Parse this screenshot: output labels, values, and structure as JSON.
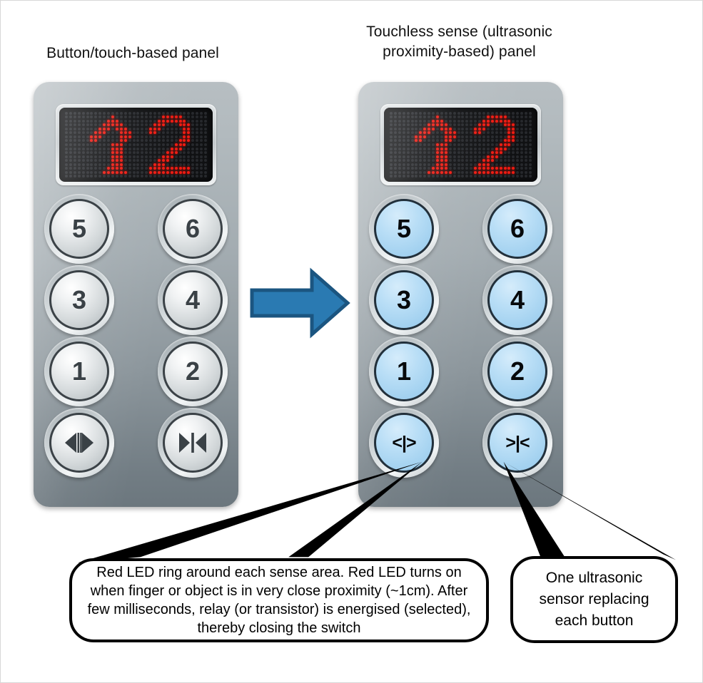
{
  "titles": {
    "left": "Button/touch-based panel",
    "right": "Touchless sense (ultrasonic\nproximity-based) panel"
  },
  "colors": {
    "arrow_fill": "#2a7ab2",
    "arrow_stroke": "#1b5580",
    "led_on": "#ee1b12",
    "led_off": "#26282c",
    "button_blue": "#a4d2f0",
    "button_grey": "#d3d8da",
    "panel_top": "#b7bec2",
    "panel_bottom": "#6c777e"
  },
  "display": {
    "direction_icon": "up-arrow",
    "floor": "2",
    "columns": 34,
    "rows": 17
  },
  "left_panel": {
    "name": "Button/touch-based panel",
    "buttons": [
      {
        "label": "5",
        "name": "floor-5"
      },
      {
        "label": "6",
        "name": "floor-6"
      },
      {
        "label": "3",
        "name": "floor-3"
      },
      {
        "label": "4",
        "name": "floor-4"
      },
      {
        "label": "1",
        "name": "floor-1"
      },
      {
        "label": "2",
        "name": "floor-2"
      }
    ],
    "door_buttons": [
      {
        "name": "door-open",
        "icon": "door-open-icon"
      },
      {
        "name": "door-close",
        "icon": "door-close-icon"
      }
    ]
  },
  "right_panel": {
    "name": "Touchless sense (ultrasonic proximity-based) panel",
    "buttons": [
      {
        "label": "5",
        "name": "floor-5"
      },
      {
        "label": "6",
        "name": "floor-6"
      },
      {
        "label": "3",
        "name": "floor-3"
      },
      {
        "label": "4",
        "name": "floor-4"
      },
      {
        "label": "1",
        "name": "floor-1"
      },
      {
        "label": "2",
        "name": "floor-2"
      }
    ],
    "door_buttons": [
      {
        "label": "<|>",
        "name": "door-open"
      },
      {
        "label": ">|<",
        "name": "door-close"
      }
    ]
  },
  "arrow": {
    "direction": "right",
    "label": "transition-arrow"
  },
  "callouts": {
    "led_ring": "Red LED ring around each sense area. Red LED turns on when finger or object is in very close proximity (~1cm). After few milliseconds, relay (or transistor) is energised (selected), thereby closing the switch",
    "sensor": "One ultrasonic sensor replacing each button"
  }
}
